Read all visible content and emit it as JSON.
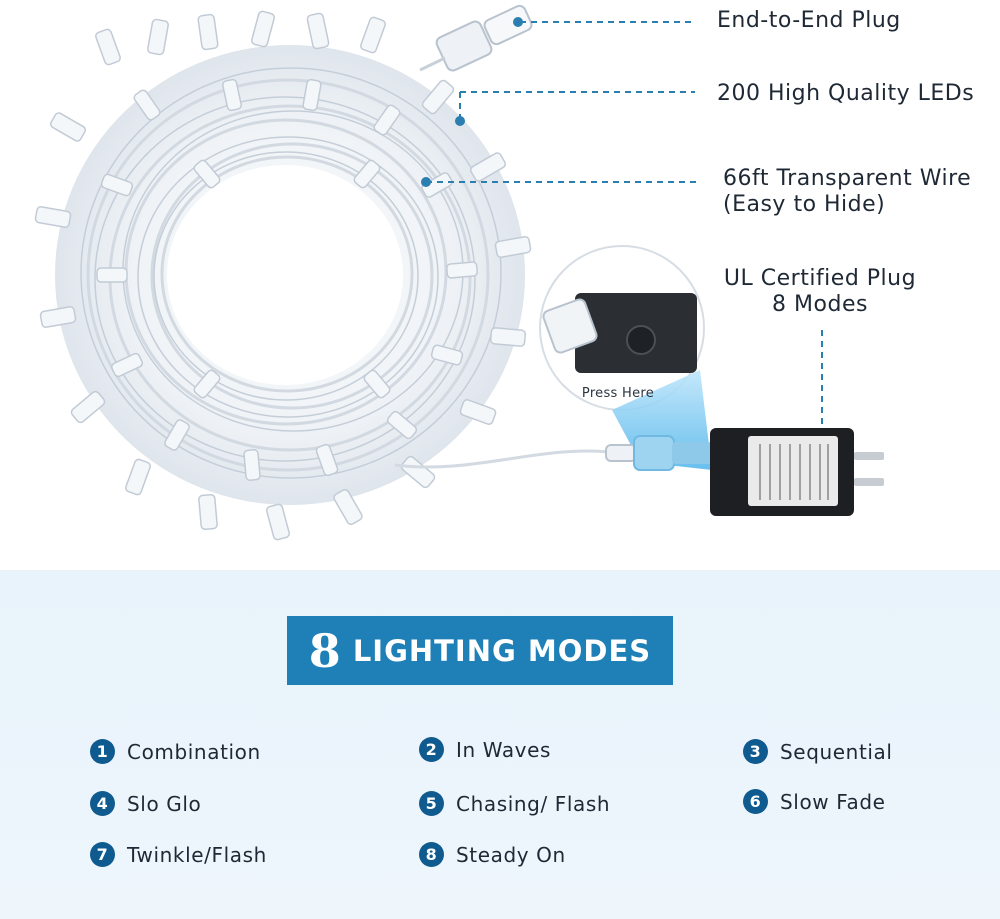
{
  "callouts": {
    "end_plug": "End-to-End Plug",
    "leds": "200 High Quality LEDs",
    "wire_line1": "66ft Transparent Wire",
    "wire_line2": "(Easy to Hide)",
    "plug_line1": "UL Certified Plug",
    "plug_line2": "8 Modes",
    "press_here": "Press Here"
  },
  "banner": {
    "number": "8",
    "text": "LIGHTING MODES"
  },
  "modes": [
    {
      "n": "1",
      "label": "Combination"
    },
    {
      "n": "2",
      "label": "In Waves"
    },
    {
      "n": "3",
      "label": "Sequential"
    },
    {
      "n": "4",
      "label": "Slo Glo"
    },
    {
      "n": "5",
      "label": "Chasing/ Flash"
    },
    {
      "n": "6",
      "label": "Slow Fade"
    },
    {
      "n": "7",
      "label": "Twinkle/Flash"
    },
    {
      "n": "8",
      "label": "Steady On"
    }
  ],
  "colors": {
    "accent": "#1f80b7",
    "badge": "#0f5a8e",
    "callout_line": "#2a7fb0",
    "panel": "#e8f3fb"
  },
  "icons": [
    "led-string-coil-image",
    "controller-plug-image",
    "press-button-icon"
  ]
}
